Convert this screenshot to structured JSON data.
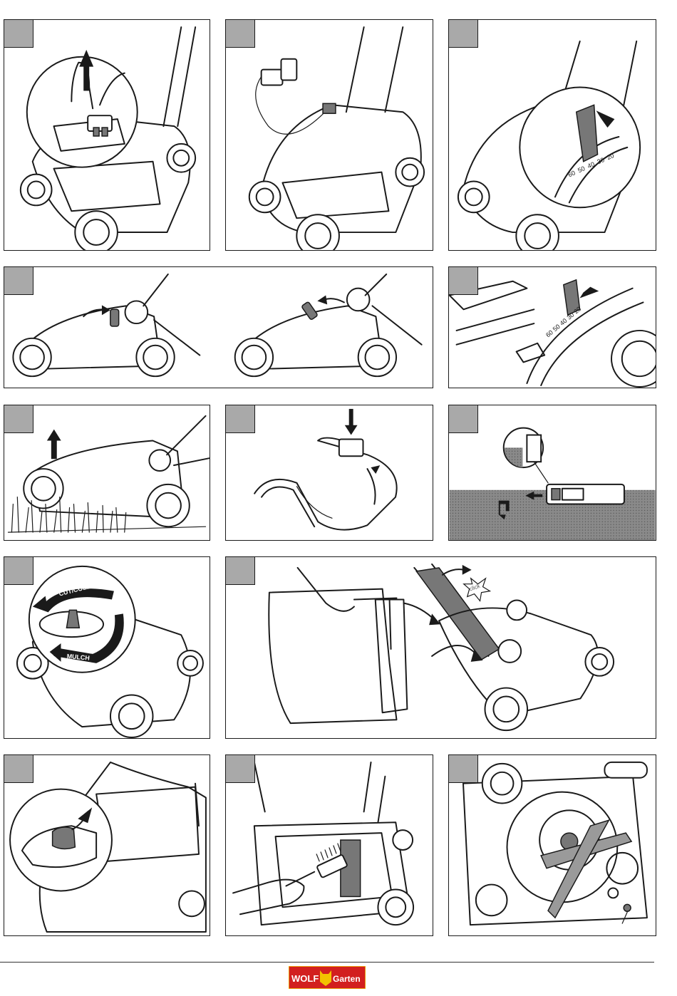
{
  "panels": [
    {
      "id": "p1",
      "name": "safety-key-removal"
    },
    {
      "id": "p2",
      "name": "battery-charging"
    },
    {
      "id": "p3",
      "name": "cutting-height-lever"
    },
    {
      "id": "p4",
      "name": "engine-start-sequence"
    },
    {
      "id": "p5",
      "name": "cutting-height-adjust-closeup"
    },
    {
      "id": "p6",
      "name": "lift-front-in-tall-grass"
    },
    {
      "id": "p7",
      "name": "insert-safety-key-handle"
    },
    {
      "id": "p8",
      "name": "mowing-along-edge"
    },
    {
      "id": "p9",
      "name": "cut-collect-mulch-switch"
    },
    {
      "id": "p10",
      "name": "attach-grass-bag"
    },
    {
      "id": "p11",
      "name": "bag-fill-indicator"
    },
    {
      "id": "p12",
      "name": "clean-with-brush"
    },
    {
      "id": "p13",
      "name": "blade-replacement"
    }
  ],
  "height_dial": {
    "marks": [
      "60",
      "50",
      "40",
      "30",
      "20"
    ]
  },
  "mode_switch": {
    "cut_collect": "CUT/COLLECT",
    "mulch": "MULCH"
  },
  "click_text": "click",
  "logo": {
    "part1": "WOLF",
    "part2": "Garten",
    "bg_color": "#d21f1f",
    "accent_color": "#f2c200"
  }
}
